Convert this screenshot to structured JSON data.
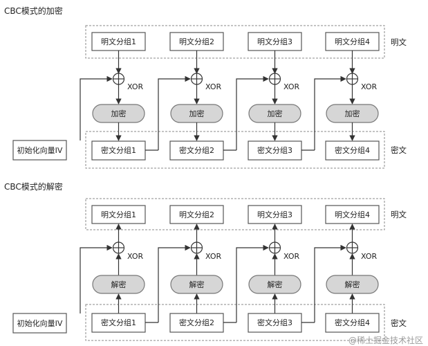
{
  "encrypt": {
    "title": "CBC模式的加密",
    "plaintext_blocks": [
      "明文分组1",
      "明文分组2",
      "明文分组3",
      "明文分组4"
    ],
    "op_label": "加密",
    "xor_label": "XOR",
    "ciphertext_blocks": [
      "密文分组1",
      "密文分组2",
      "密文分组3",
      "密文分组4"
    ],
    "iv_label": "初始化向量IV",
    "plaintext_side_label": "明文",
    "ciphertext_side_label": "密文"
  },
  "decrypt": {
    "title": "CBC模式的解密",
    "plaintext_blocks": [
      "明文分组1",
      "明文分组2",
      "明文分组3",
      "明文分组4"
    ],
    "op_label": "解密",
    "xor_label": "XOR",
    "ciphertext_blocks": [
      "密文分组1",
      "密文分组2",
      "密文分组3",
      "密文分组4"
    ],
    "iv_label": "初始化向量IV",
    "plaintext_side_label": "明文",
    "ciphertext_side_label": "密文"
  },
  "watermark": "@稀土掘金技术社区"
}
